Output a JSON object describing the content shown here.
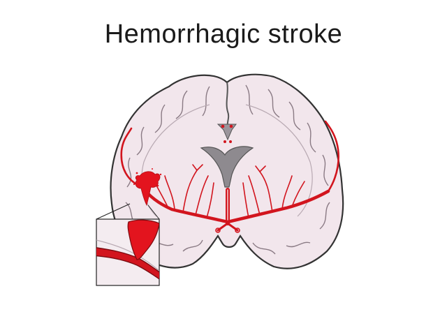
{
  "slide": {
    "title": "Hemorrhagic stroke"
  },
  "colors": {
    "background": "#ffffff",
    "brain_fill": "#f2e6ec",
    "brain_outline": "#333333",
    "vessel_red": "#d2151e",
    "hemorrhage_red": "#e3141e",
    "ventricle_gray": "#8e8a8f"
  },
  "figure": {
    "subject": "coronal brain section",
    "inset": "magnified ruptured vessel",
    "icons": [
      "brain-section-icon",
      "hemorrhage-icon",
      "vessel-icon",
      "ventricle-icon",
      "zoom-inset-icon"
    ]
  }
}
